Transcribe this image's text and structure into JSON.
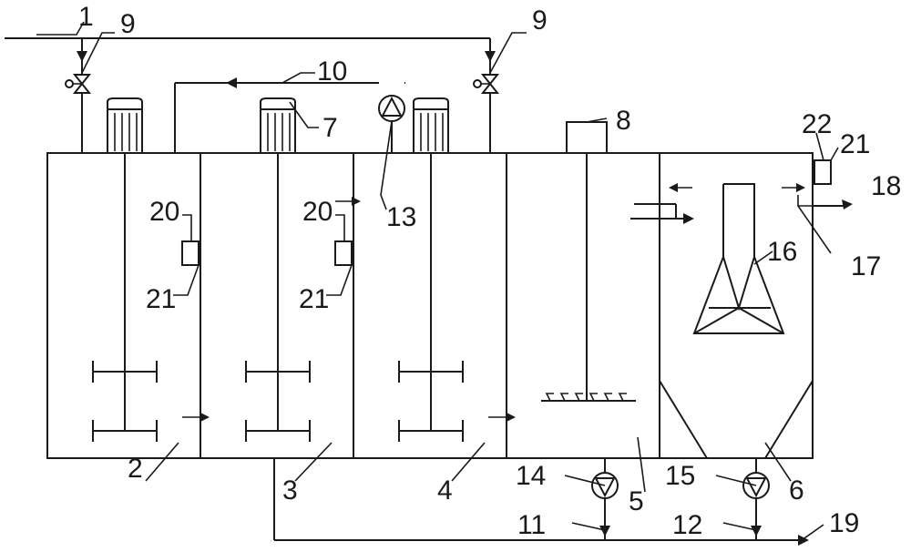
{
  "labels": {
    "l1": "1",
    "l2": "2",
    "l3": "3",
    "l4": "4",
    "l5": "5",
    "l6": "6",
    "l7": "7",
    "l8": "8",
    "l9a": "9",
    "l9b": "9",
    "l10": "10",
    "l11": "11",
    "l12": "12",
    "l13": "13",
    "l14": "14",
    "l15": "15",
    "l16": "16",
    "l17": "17",
    "l18": "18",
    "l19": "19",
    "l20a": "20",
    "l20b": "20",
    "l21a": "21",
    "l21b": "21",
    "l21c": "21",
    "l22": "22"
  }
}
